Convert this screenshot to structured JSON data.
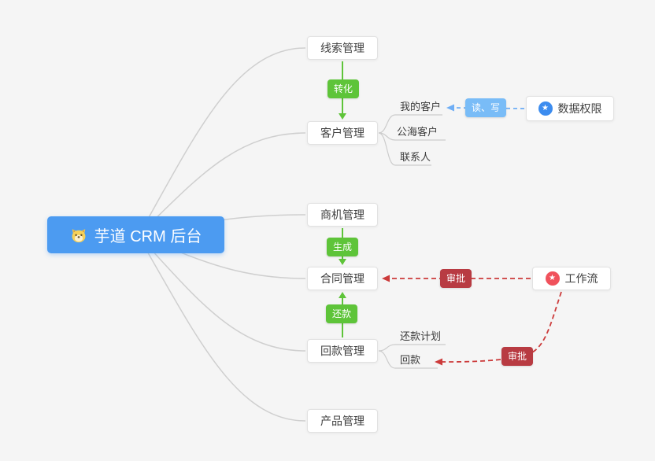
{
  "root": {
    "label": "芋道 CRM 后台"
  },
  "modules": {
    "leads": "线索管理",
    "customer": "客户管理",
    "opportunity": "商机管理",
    "contract": "合同管理",
    "receivable": "回款管理",
    "product": "产品管理"
  },
  "customer_children": {
    "mine": "我的客户",
    "pool": "公海客户",
    "contacts": "联系人"
  },
  "receivable_children": {
    "plan": "还款计划",
    "receipt": "回款"
  },
  "badges": {
    "convert": "转化",
    "generate": "生成",
    "repay": "还款",
    "read_write": "读、写",
    "approve_contract": "审批",
    "approve_receivable": "审批"
  },
  "side_nodes": {
    "data_permission": "数据权限",
    "workflow": "工作流"
  },
  "icons": {
    "star_glyph": "★"
  },
  "colors": {
    "background": "#F5F5F5",
    "root_bg": "#4C9BF1",
    "green": "#5EC439",
    "blue_badge": "#79BCF7",
    "blue_arrow": "#6FAEF5",
    "red_badge": "#B83B42",
    "red_arrow": "#CC3B3B",
    "gray_line": "#CFCFCF",
    "node_border": "#E2E2E2",
    "data_permission_icon": "#3C8CEF",
    "workflow_icon": "#F0525C"
  }
}
